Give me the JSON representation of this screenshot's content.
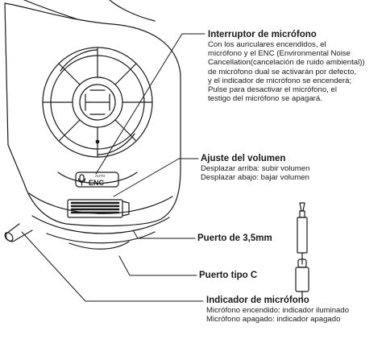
{
  "callouts": {
    "mic_switch": {
      "title": "Interruptor de micrófono",
      "desc": "Con los auriculares encendidos, el\nmicrófono y el ENC (Environmental Noise\nCancellation(cancelación de ruido ambiental))\nde micrófono dual se activarán por defecto,\ny el indicador de micrófono se encenderá;\nPulse para desactivar el micrófono, el\ntestigo del micrófono se apagará."
    },
    "volume": {
      "title": "Ajuste del volumen",
      "desc": "Desplazar arriba: subir volumen\nDesplazar abajo: bajar volumen"
    },
    "jack": {
      "title": "Puerto de 3,5mm"
    },
    "typec": {
      "title": "Puerto tipo C"
    },
    "mic_indicator": {
      "title": "Indicador de micrófono",
      "desc": "Micrófono encendido: indicador iluminado\nMicrófono apagado: indicador apagado"
    }
  },
  "button_text": {
    "auto": "AUTO",
    "enc": "ENC"
  },
  "icons": [
    "microphone-icon",
    "audio-jack-3-5mm-icon",
    "usb-type-c-plug-icon",
    "headset-logo-icon"
  ],
  "colors": {
    "line": "#1a1a1a",
    "background": "#ffffff"
  }
}
